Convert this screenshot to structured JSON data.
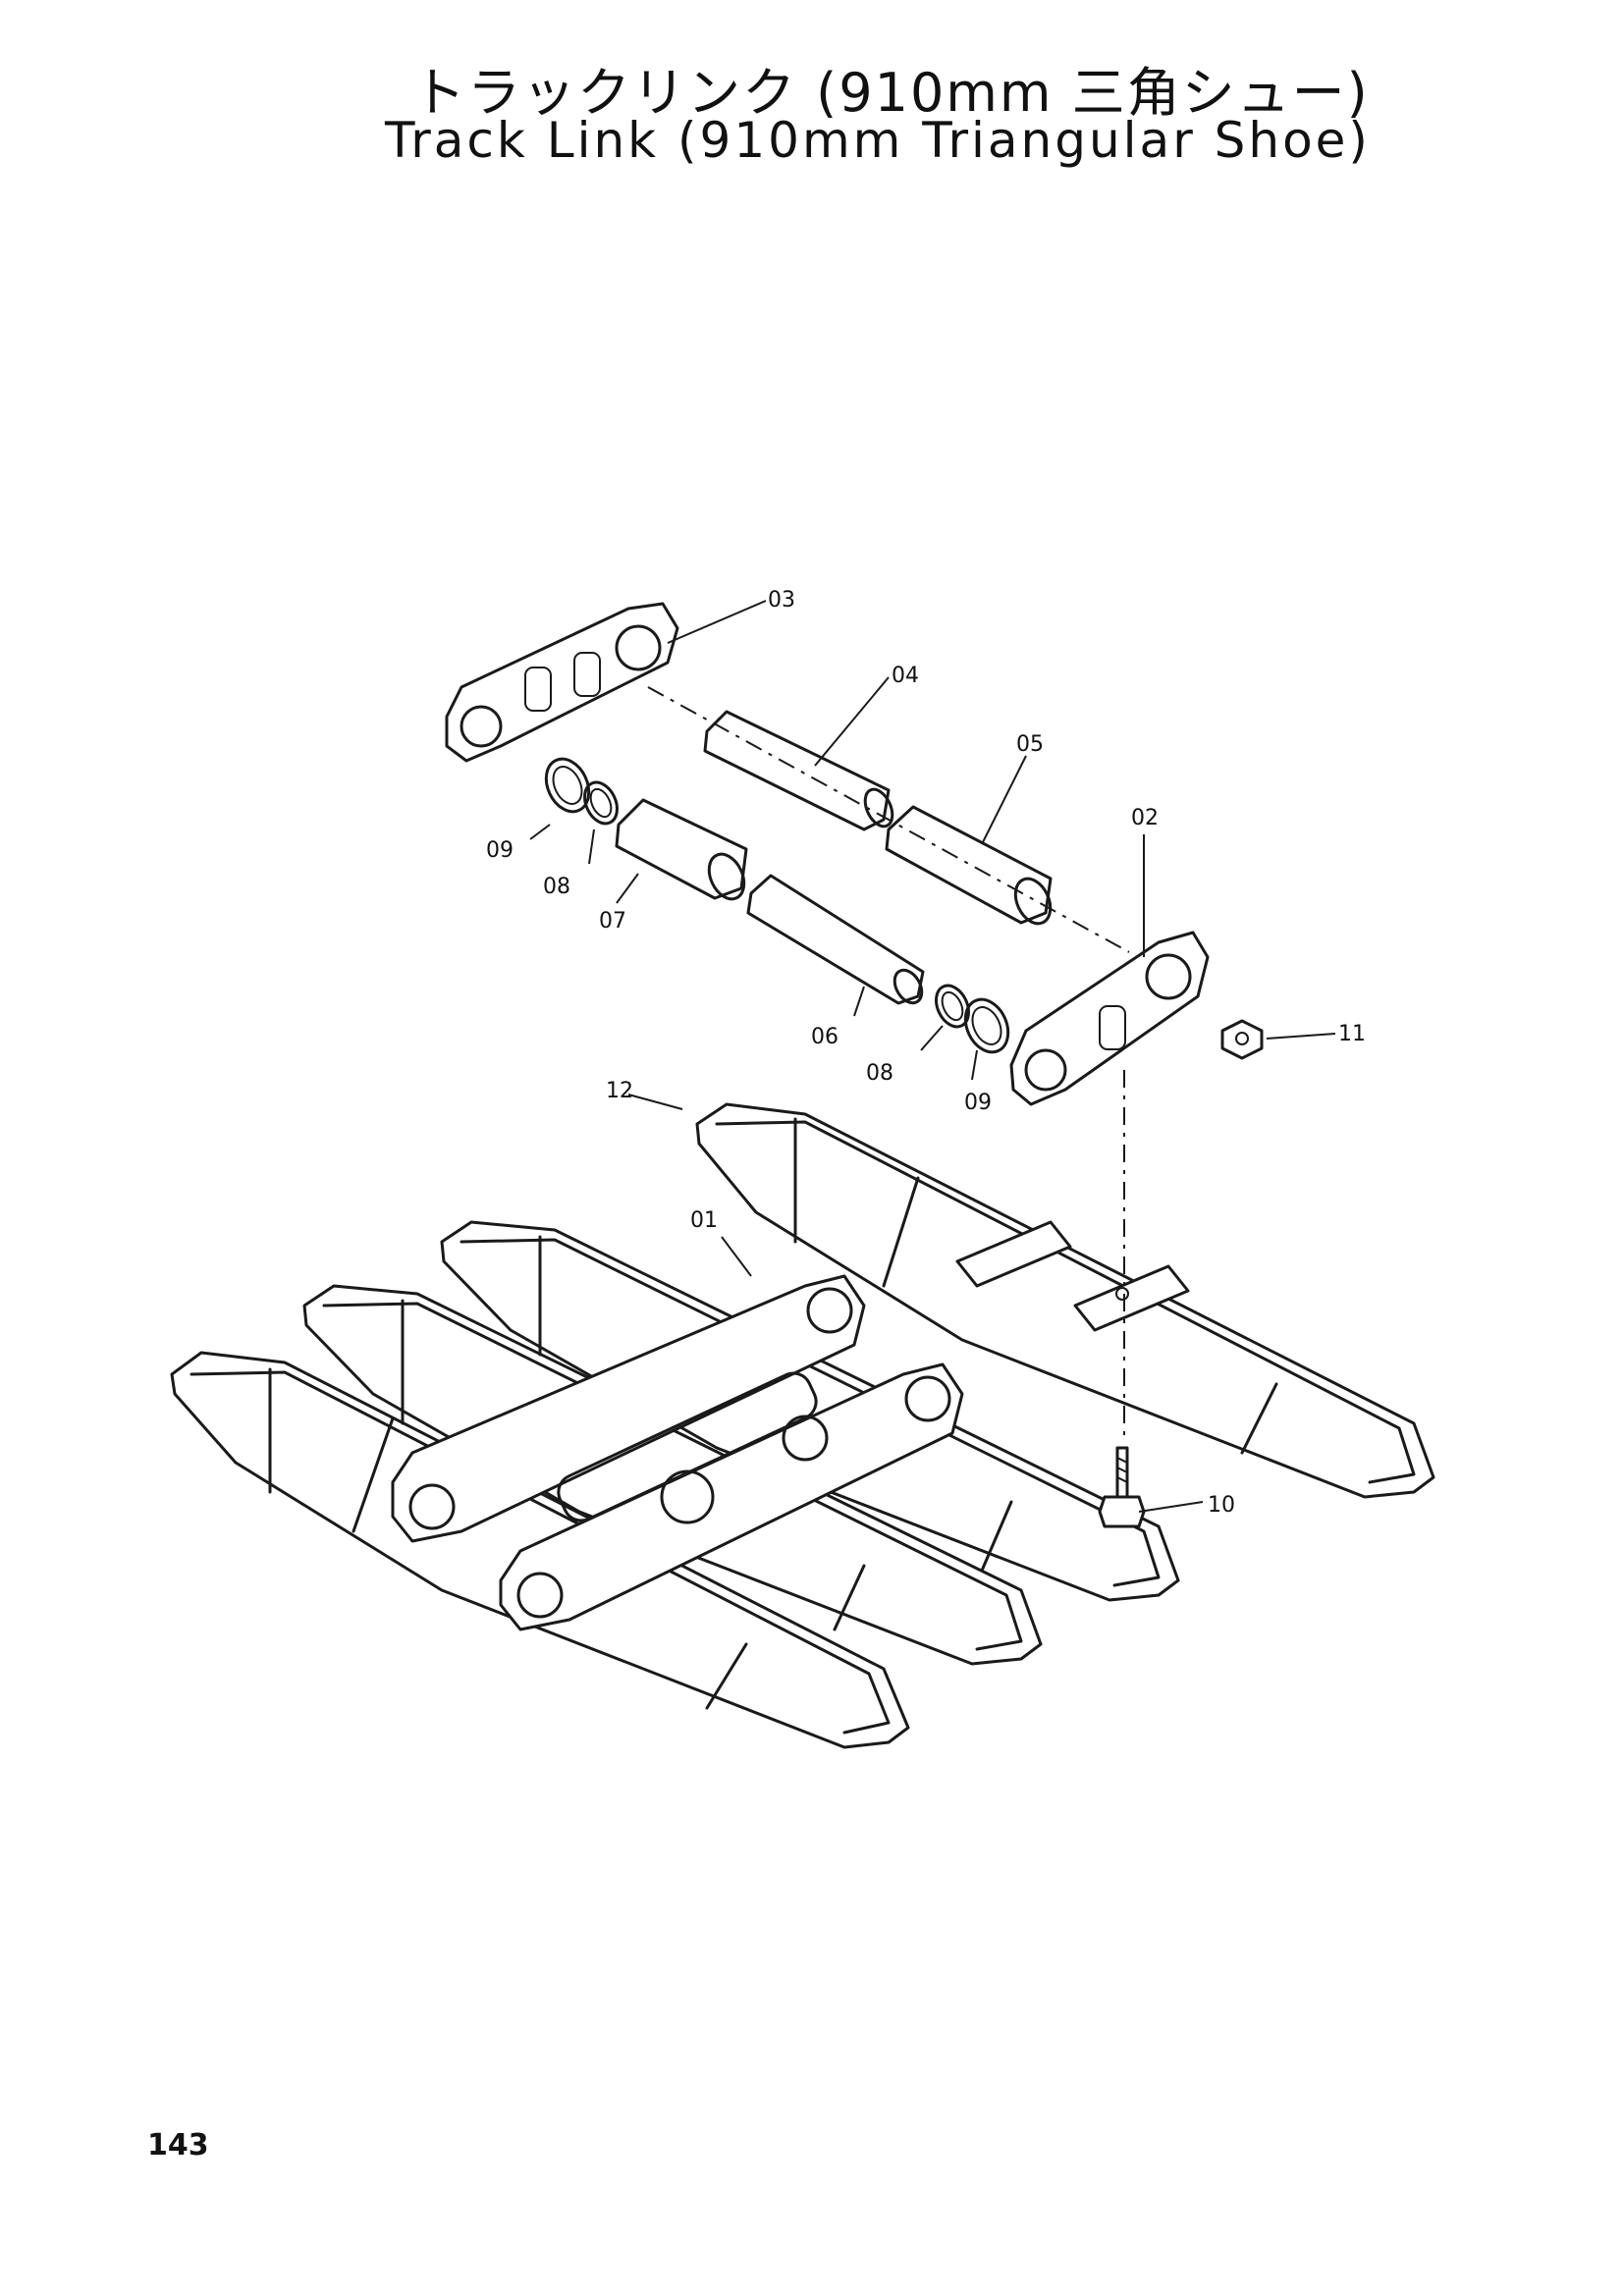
{
  "header": {
    "title_ja": "トラックリンク (910mm 三角シュー)",
    "title_en": "Track Link (910mm Triangular Shoe)"
  },
  "callouts": {
    "c01": "01",
    "c02": "02",
    "c03": "03",
    "c04": "04",
    "c05": "05",
    "c06": "06",
    "c07": "07",
    "c08a": "08",
    "c08b": "08",
    "c09a": "09",
    "c09b": "09",
    "c10": "10",
    "c11": "11",
    "c12": "12"
  },
  "footer": {
    "page_number": "143"
  }
}
